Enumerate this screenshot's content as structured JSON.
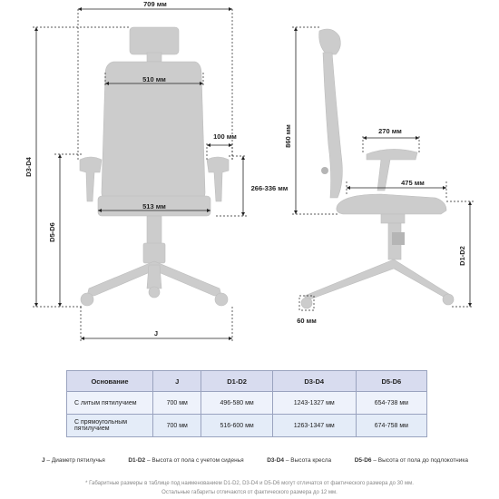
{
  "dimensions": {
    "front": {
      "overall_width": "709 мм",
      "back_width": "510 мм",
      "armrest_width": "100 мм",
      "armrest_height_range": "266-336 мм",
      "seat_width": "513 мм",
      "base_label": "J",
      "label_d3_d4": "D3-D4",
      "label_d5_d6": "D5-D6"
    },
    "side": {
      "back_height": "860 мм",
      "seat_depth_adjust": "270 мм",
      "seat_depth": "475 мм",
      "caster_size": "60 мм",
      "label_d1_d2": "D1-D2"
    }
  },
  "table": {
    "headers": [
      "Основание",
      "J",
      "D1-D2",
      "D3-D4",
      "D5-D6"
    ],
    "rows": [
      [
        "С литым пятилучием",
        "700 мм",
        "496-580 мм",
        "1243-1327 мм",
        "654-738 мм"
      ],
      [
        "С прямоугольным пятилучием",
        "700 мм",
        "516-600 мм",
        "1263-1347 мм",
        "674-758 мм"
      ]
    ]
  },
  "legend": [
    {
      "key": "J",
      "text": " – Диаметр пятилучья"
    },
    {
      "key": "D1-D2",
      "text": " – Высота от пола с учетом сиденья"
    },
    {
      "key": "D3-D4",
      "text": " – Высота кресла"
    },
    {
      "key": "D5-D6",
      "text": " – Высота от пола до подлокотника"
    }
  ],
  "notes": [
    "* Габаритные размеры в таблице под наименованием D1-D2, D3-D4 и D5-D6 могут отличатся от фактического размера до 30 мм.",
    "Остальные габариты отличаются от фактического размера до 12 мм."
  ]
}
